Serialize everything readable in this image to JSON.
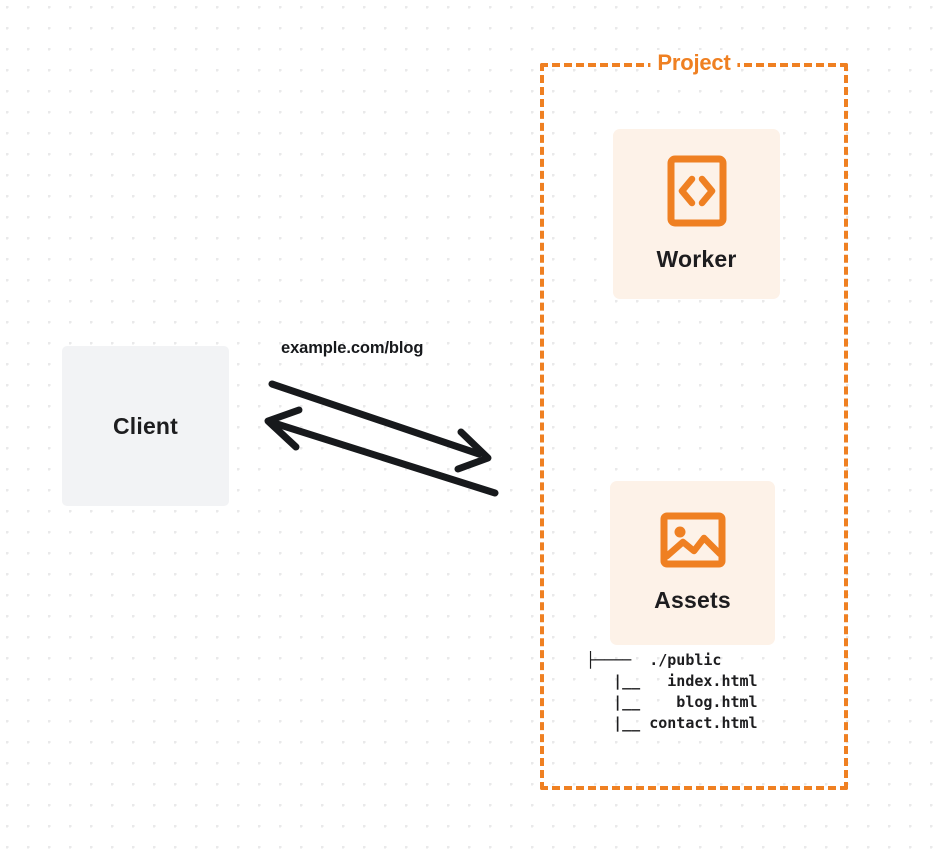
{
  "diagram": {
    "type": "architecture-flow",
    "background": "dotted-grid",
    "colors": {
      "accent_orange": "#ef8022",
      "card_background": "#fdf2e8",
      "client_background": "#f2f3f5",
      "text_dark": "#1d1d1f",
      "grid_dot": "#e9e9ea",
      "page_background": "#ffffff"
    },
    "client": {
      "label": "Client"
    },
    "edge": {
      "label": "example.com/blog",
      "request_direction": "client-to-project",
      "response_direction": "project-to-client"
    },
    "project": {
      "title": "Project",
      "border_style": "dashed",
      "nodes": [
        {
          "label": "Worker",
          "icon": "code-brackets-icon"
        },
        {
          "label": "Assets",
          "icon": "image-picture-icon"
        }
      ],
      "file_tree": {
        "root": "./public",
        "root_connector": "├────",
        "children": [
          {
            "connector": "|__",
            "name": "index.html"
          },
          {
            "connector": "|__",
            "name": "blog.html"
          },
          {
            "connector": "|__",
            "name": "contact.html"
          }
        ],
        "lines": [
          "├────  ./public",
          "   |__   index.html",
          "   |__    blog.html",
          "   |__ contact.html"
        ]
      }
    }
  }
}
